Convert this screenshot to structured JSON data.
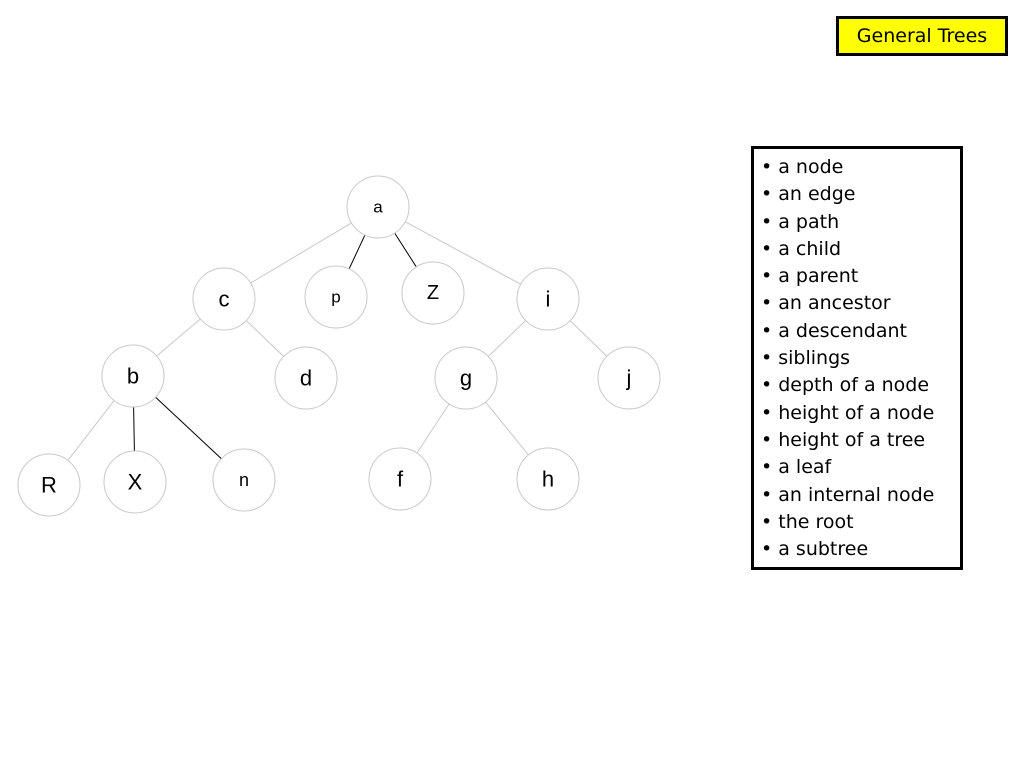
{
  "title": "General Trees",
  "colors": {
    "title_bg": "#ffff00",
    "border": "#000000",
    "node_stroke": "#c8c8c8",
    "edge_light": "#c8c8c8",
    "edge_dark": "#000000"
  },
  "tree": {
    "nodes": [
      {
        "id": "a",
        "label": "a"
      },
      {
        "id": "c",
        "label": "c"
      },
      {
        "id": "p",
        "label": "p"
      },
      {
        "id": "Z",
        "label": "Z"
      },
      {
        "id": "i",
        "label": "i"
      },
      {
        "id": "b",
        "label": "b"
      },
      {
        "id": "d",
        "label": "d"
      },
      {
        "id": "g",
        "label": "g"
      },
      {
        "id": "j",
        "label": "j"
      },
      {
        "id": "R",
        "label": "R"
      },
      {
        "id": "X",
        "label": "X"
      },
      {
        "id": "n",
        "label": "n"
      },
      {
        "id": "f",
        "label": "f"
      },
      {
        "id": "h",
        "label": "h"
      }
    ],
    "edges": [
      {
        "from": "a",
        "to": "c",
        "style": "light"
      },
      {
        "from": "a",
        "to": "p",
        "style": "dark"
      },
      {
        "from": "a",
        "to": "Z",
        "style": "dark"
      },
      {
        "from": "a",
        "to": "i",
        "style": "light"
      },
      {
        "from": "c",
        "to": "b",
        "style": "light"
      },
      {
        "from": "c",
        "to": "d",
        "style": "light"
      },
      {
        "from": "i",
        "to": "g",
        "style": "light"
      },
      {
        "from": "i",
        "to": "j",
        "style": "light"
      },
      {
        "from": "b",
        "to": "R",
        "style": "light"
      },
      {
        "from": "b",
        "to": "X",
        "style": "dark"
      },
      {
        "from": "b",
        "to": "n",
        "style": "dark"
      },
      {
        "from": "g",
        "to": "f",
        "style": "light"
      },
      {
        "from": "g",
        "to": "h",
        "style": "light"
      }
    ]
  },
  "terms": [
    "• a node",
    "• an edge",
    "• a path",
    "• a child",
    "• a parent",
    "• an ancestor",
    "• a descendant",
    "• siblings",
    "• depth of a node",
    "• height of a node",
    "• height of a tree",
    "• a leaf",
    "• an internal node",
    "• the root",
    "• a subtree"
  ]
}
